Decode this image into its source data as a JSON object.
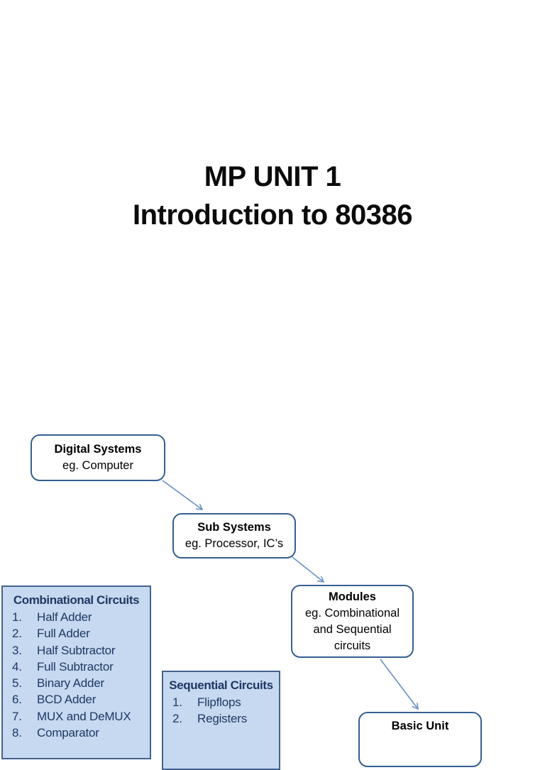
{
  "title": {
    "line1": "MP UNIT 1",
    "line2": "Introduction to 80386"
  },
  "nodes": {
    "digital": {
      "title": "Digital Systems",
      "subtitle": "eg. Computer"
    },
    "sub": {
      "title": "Sub Systems",
      "subtitle": "eg. Processor, IC’s"
    },
    "modules": {
      "title": "Modules",
      "subtitle": "eg. Combinational and Sequential circuits"
    },
    "basic": {
      "title": "Basic Unit"
    }
  },
  "lists": {
    "combinational": {
      "title": "Combinational Circuits",
      "items": [
        "Half Adder",
        "Full Adder",
        "Half Subtractor",
        "Full Subtractor",
        "Binary Adder",
        "BCD Adder",
        "MUX and DeMUX",
        "Comparator"
      ]
    },
    "sequential": {
      "title": "Sequential Circuits",
      "items": [
        "Flipflops",
        "Registers"
      ]
    }
  },
  "colors": {
    "node_border": "#365f91",
    "connector": "#6d93c4",
    "list_fill": "#c6d9f0",
    "list_border": "#44618e",
    "list_text": "#1f3864",
    "title_text": "#0b0b0b"
  }
}
